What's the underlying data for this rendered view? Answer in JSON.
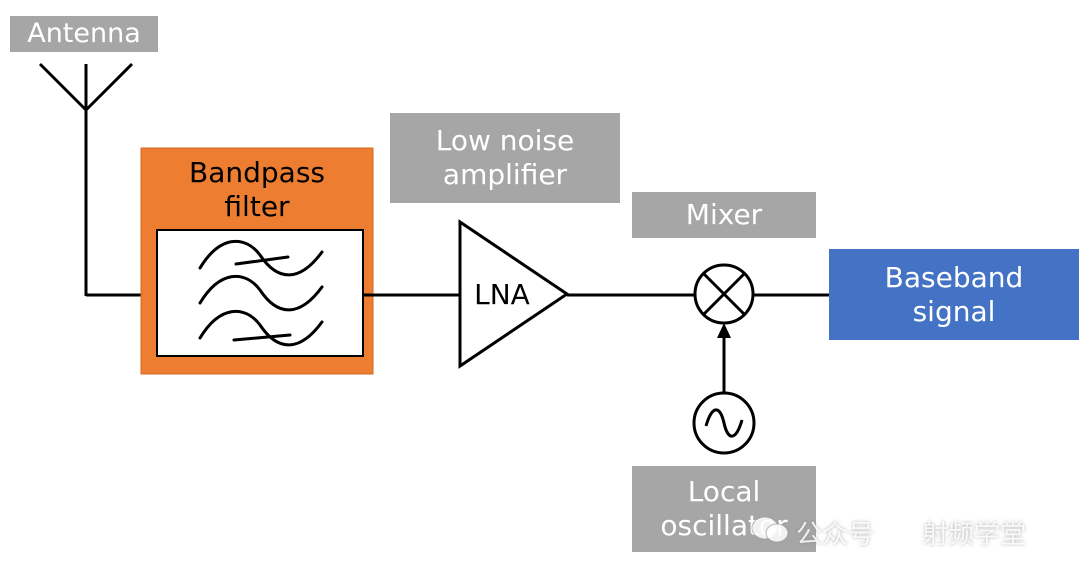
{
  "labels": {
    "antenna": "Antenna",
    "bandpass_filter": "Bandpass filter",
    "low_noise_amplifier": "Low noise amplifier",
    "lna": "LNA",
    "mixer": "Mixer",
    "baseband_signal": "Baseband signal",
    "local_oscillator": "Local oscillator"
  },
  "watermark": {
    "channel": "公众号",
    "name": "射频学堂"
  },
  "colors": {
    "label_gray": "#a6a6a6",
    "filter_orange": "#ed7d31",
    "baseband_blue": "#4472c4",
    "line": "#000000"
  }
}
